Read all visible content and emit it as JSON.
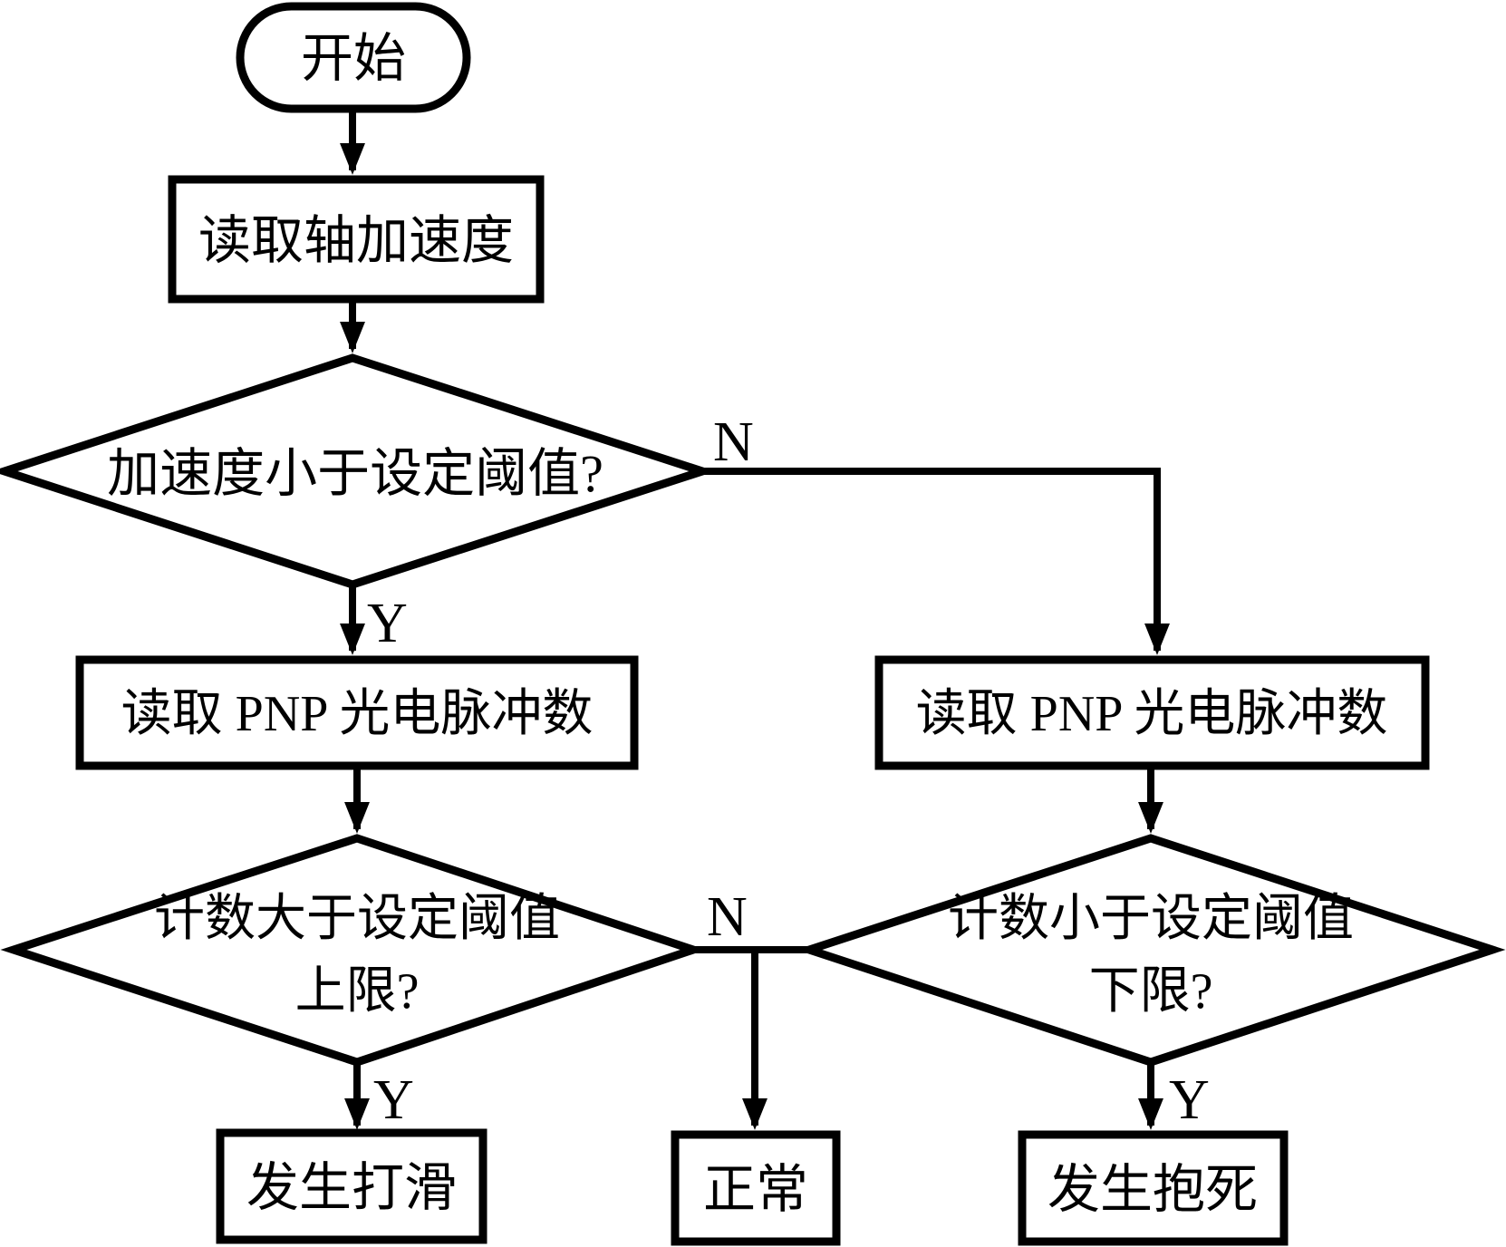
{
  "flowchart": {
    "title_note": "",
    "colors": {
      "stroke": "#000000",
      "fill": "#ffffff"
    },
    "nodes": {
      "start": {
        "type": "terminator",
        "label": "开始"
      },
      "read_accel": {
        "type": "process",
        "label": "读取轴加速度"
      },
      "accel_check": {
        "type": "decision",
        "label": "加速度小于设定阈值?"
      },
      "read_pulse_left": {
        "type": "process",
        "label": "读取 PNP 光电脉冲数"
      },
      "read_pulse_right": {
        "type": "process",
        "label": "读取 PNP 光电脉冲数"
      },
      "count_upper_check": {
        "type": "decision",
        "line1": "计数大于设定阈值",
        "line2": "上限?"
      },
      "count_lower_check": {
        "type": "decision",
        "line1": "计数小于设定阈值",
        "line2": "下限?"
      },
      "slip_result": {
        "type": "process",
        "label": "发生打滑"
      },
      "normal_result": {
        "type": "process",
        "label": "正常"
      },
      "lock_result": {
        "type": "process",
        "label": "发生抱死"
      }
    },
    "edge_labels": {
      "accel_yes": "Y",
      "accel_no": "N",
      "upper_yes": "Y",
      "upper_no": "N",
      "lower_yes": "Y"
    }
  }
}
